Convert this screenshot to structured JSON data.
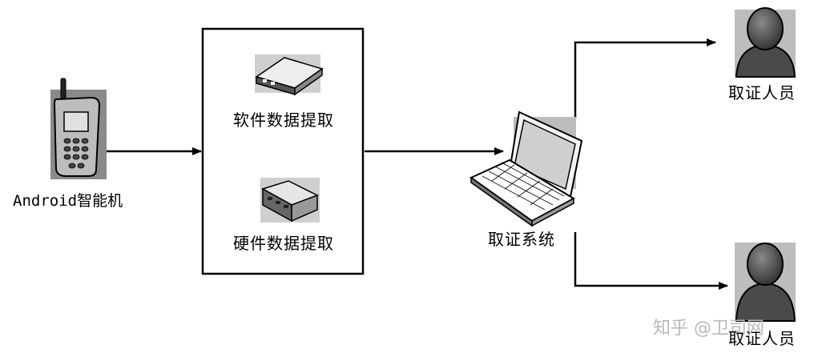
{
  "phone": {
    "label": "Android智能机"
  },
  "extraction": {
    "software_label": "软件数据提取",
    "hardware_label": "硬件数据提取"
  },
  "forensic_system": {
    "label": "取证系统"
  },
  "investigators": [
    {
      "label": "取证人员"
    },
    {
      "label": "取证人员"
    }
  ],
  "watermark": {
    "text": "知乎 @卫司网"
  },
  "icons": {
    "phone": "mobile-phone-icon",
    "software_device": "router-device-icon",
    "hardware_device": "switch-device-icon",
    "laptop": "laptop-icon",
    "person": "person-icon"
  }
}
